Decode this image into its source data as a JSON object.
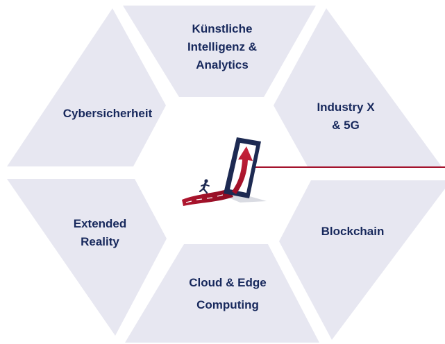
{
  "segments": [
    {
      "id": "ki",
      "lines": [
        "Künstliche",
        "Intelligenz &",
        "Analytics"
      ]
    },
    {
      "id": "industry",
      "lines": [
        "Industry X",
        "& 5G"
      ]
    },
    {
      "id": "cyber",
      "lines": [
        "Cybersicherheit"
      ]
    },
    {
      "id": "xr",
      "lines": [
        "Extended",
        "Reality"
      ]
    },
    {
      "id": "blockchain",
      "lines": [
        "Blockchain"
      ]
    },
    {
      "id": "cloud",
      "lines": [
        "Cloud  & Edge",
        "Computing"
      ]
    }
  ],
  "colors": {
    "segment_fill": "#e7e7f1",
    "label_text": "#17285c",
    "accent_red": "#a3102b",
    "phone_frame": "#1d2a52"
  },
  "icons": {
    "center": "phone-with-rising-arrow-and-runner-icon"
  }
}
